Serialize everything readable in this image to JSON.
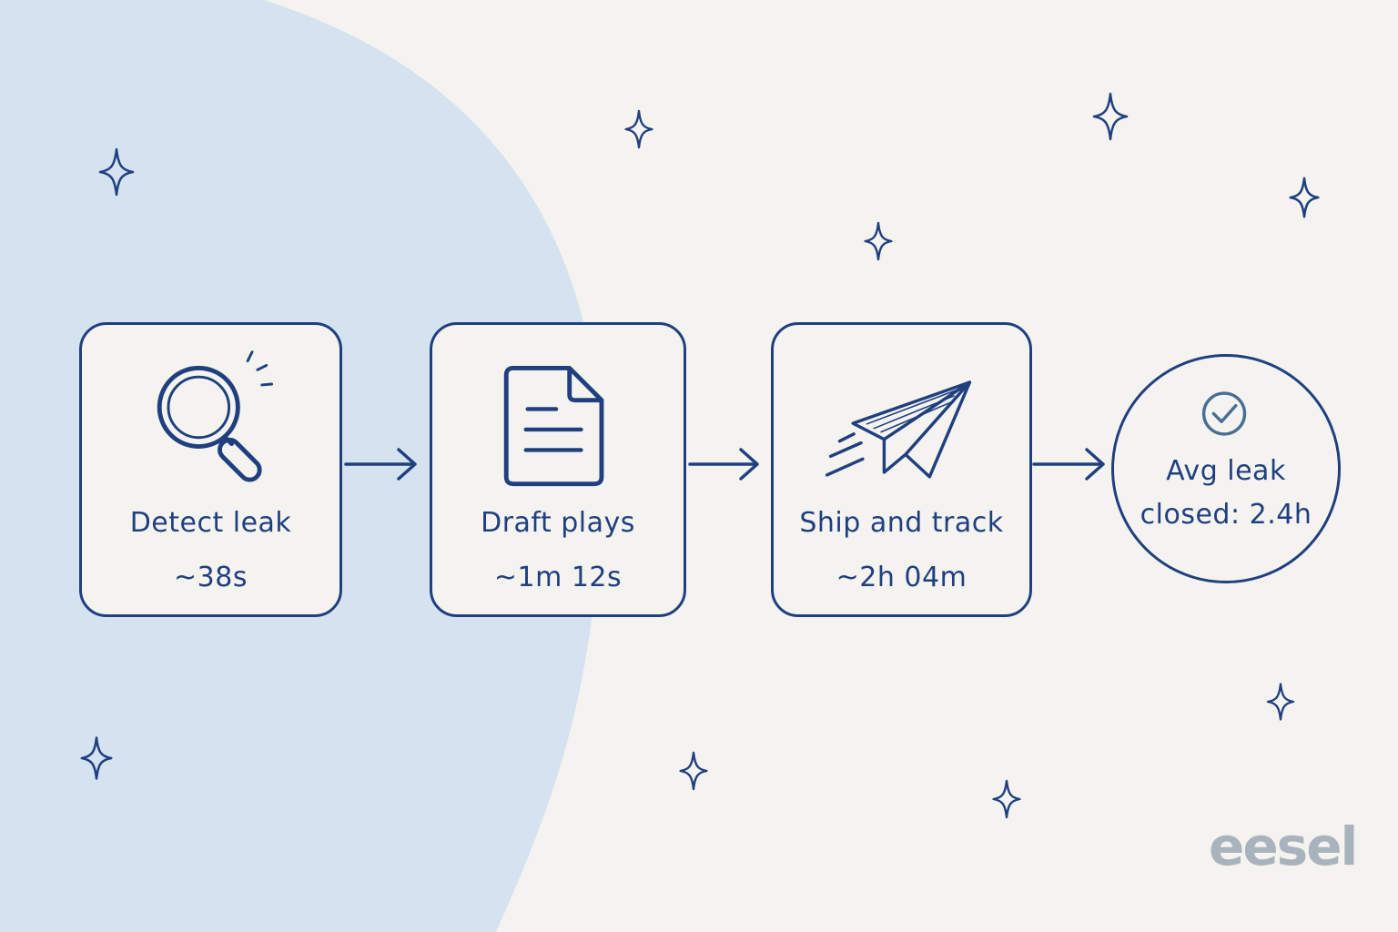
{
  "steps": [
    {
      "label": "Detect leak",
      "time": "~38s",
      "icon": "magnifier-icon"
    },
    {
      "label": "Draft plays",
      "time": "~1m 12s",
      "icon": "document-icon"
    },
    {
      "label": "Ship and track",
      "time": "~2h 04m",
      "icon": "paper-plane-icon"
    }
  ],
  "result": {
    "label": "Avg leak closed: 2.4h",
    "icon": "check-circle-icon"
  },
  "brand": {
    "logo_text": "eesel"
  },
  "colors": {
    "ink": "#1f3f7f",
    "background": "#f5f3ef",
    "blob": "#d5e2ef",
    "brand_gray": "#a9b3bd"
  },
  "decor": {
    "sparkle_icon": "sparkle-icon"
  }
}
